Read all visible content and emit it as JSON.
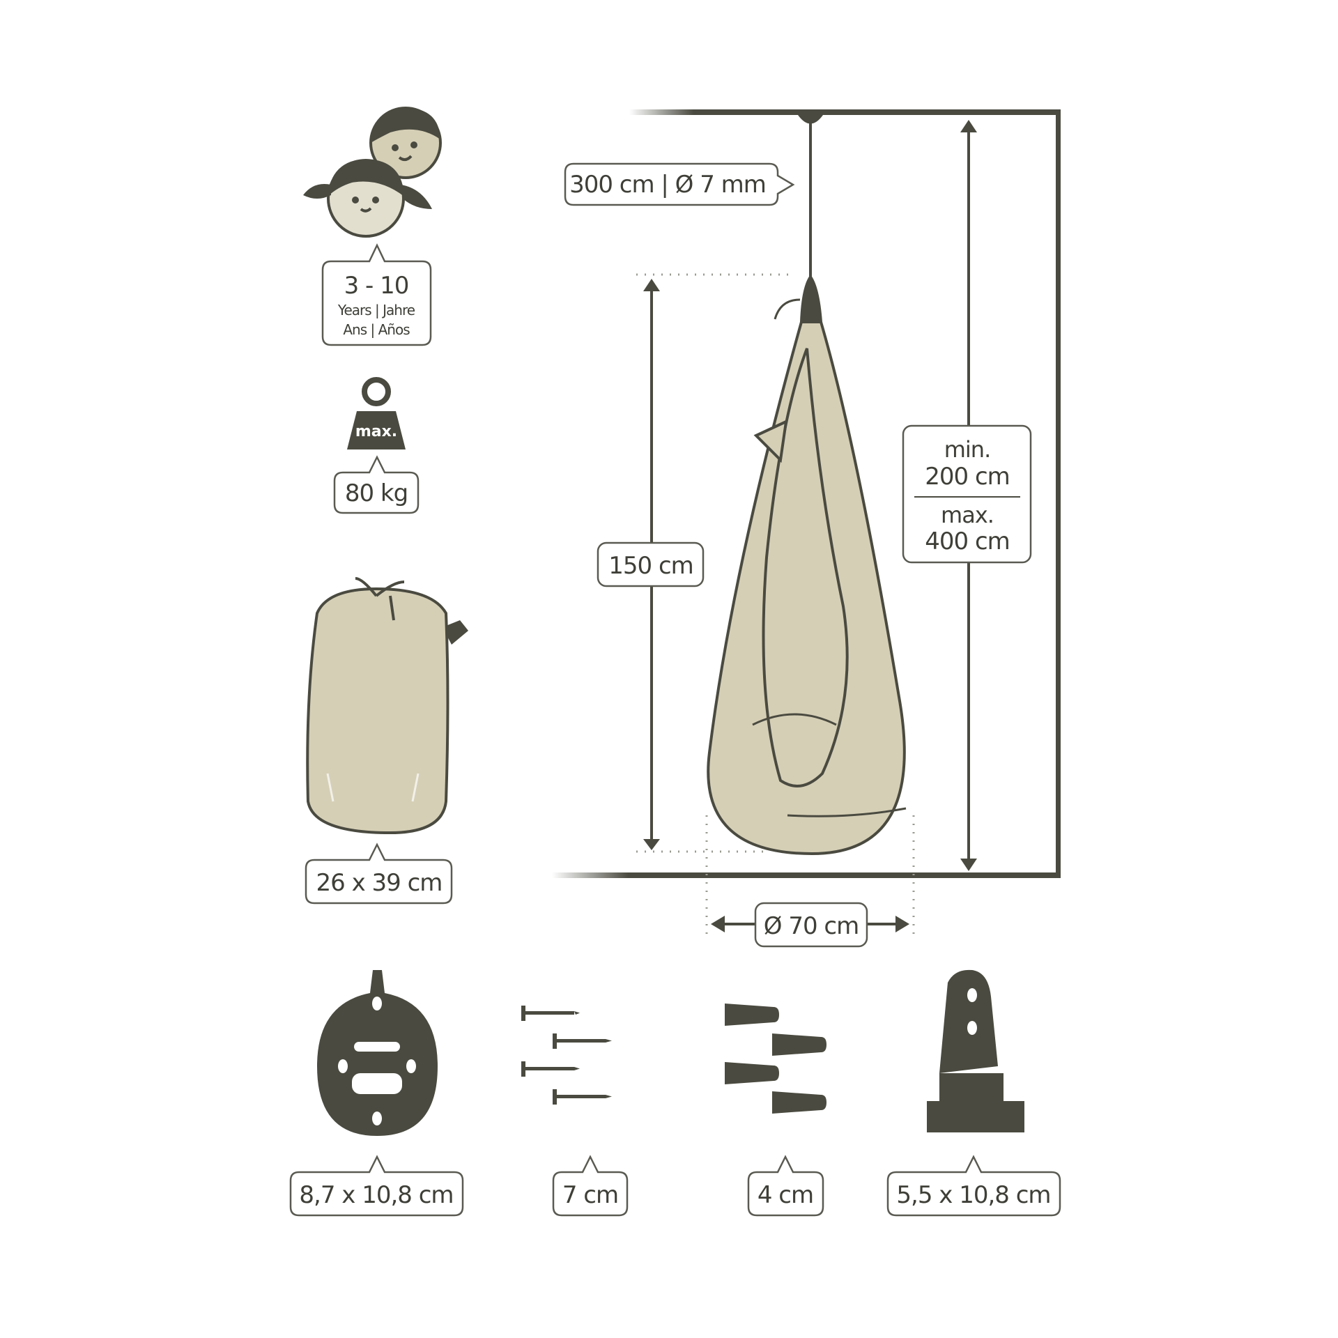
{
  "age": {
    "range": "3 - 10",
    "line1": "Years | Jahre",
    "line2": "Ans | Años"
  },
  "weight": {
    "icon_text": "max.",
    "value": "80 kg"
  },
  "bag": {
    "size": "26 x 39 cm"
  },
  "rope": {
    "label": "300 cm | Ø 7 mm"
  },
  "pod": {
    "height": "150 cm",
    "diameter": "Ø 70 cm"
  },
  "ceiling_height": {
    "min_label": "min.",
    "min_value": "200 cm",
    "max_label": "max.",
    "max_value": "400 cm"
  },
  "hardware": [
    {
      "name": "ceiling-plate",
      "size": "8,7 x 10,8 cm"
    },
    {
      "name": "screws",
      "size": "7 cm"
    },
    {
      "name": "dowels",
      "size": "4 cm"
    },
    {
      "name": "swivel-bracket",
      "size": "5,5 x 10,8 cm"
    }
  ],
  "colors": {
    "dark": "#4a4a40",
    "beige": "#d5cfb6"
  }
}
